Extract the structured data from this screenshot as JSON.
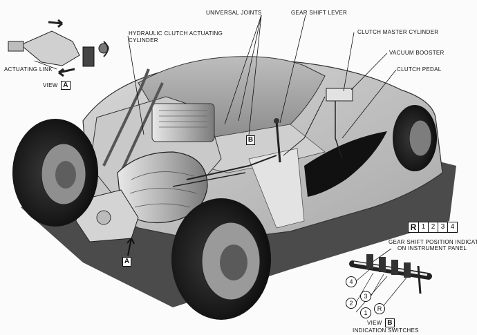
{
  "labels": {
    "universal_joints": "UNIVERSAL JOINTS",
    "gear_shift_lever": "GEAR SHIFT LEVER",
    "hydraulic_clutch_line1": "HYDRAULIC CLUTCH ACTUATING",
    "hydraulic_clutch_line2": "CYLINDER",
    "clutch_master_cylinder": "CLUTCH MASTER CYLINDER",
    "vacuum_booster": "VACUUM BOOSTER",
    "clutch_pedal": "CLUTCH PEDAL",
    "actuating_link": "ACTUATING LINK",
    "view_a_word": "VIEW",
    "view_a_letter": "A",
    "marker_a": "A",
    "marker_b": "B",
    "gear_indication_line1": "GEAR SHIFT POSITION INDICATION",
    "gear_indication_line2": "ON INSTRUMENT PANEL",
    "view_b_word": "VIEW",
    "view_b_letter": "B",
    "indication_switches": "INDICATION SWITCHES"
  },
  "gear_positions": [
    "R",
    "1",
    "2",
    "3",
    "4"
  ],
  "switch_numbers": {
    "s4": "4",
    "s2": "2",
    "s3": "3",
    "s1": "1",
    "sR": "R"
  }
}
